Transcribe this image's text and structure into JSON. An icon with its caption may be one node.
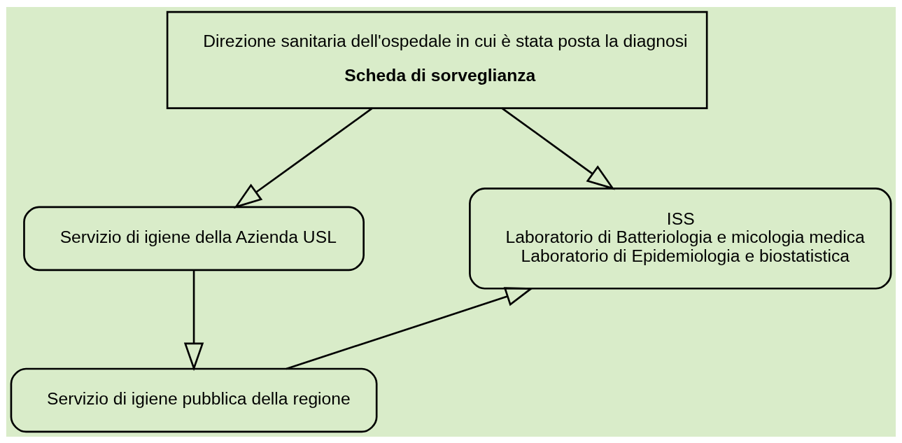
{
  "diagram": {
    "nodes": [
      {
        "text": [
          "Direzione sanitaria dell'ospedale in cui è stata posta la diagnosi",
          "Scheda di sorveglianza"
        ]
      },
      {
        "text": [
          "Servizio di igiene della Azienda USL"
        ]
      },
      {
        "text": [
          "ISS",
          "Laboratorio di Batteriologia e micologia medica",
          "Laboratorio di Epidemiologia e biostatistica"
        ]
      },
      {
        "text": [
          "Servizio di igiene pubblica della regione"
        ]
      }
    ],
    "edges": [
      {
        "from": 0,
        "to": 1,
        "arrow": "to"
      },
      {
        "from": 0,
        "to": 2,
        "arrow": "to"
      },
      {
        "from": 1,
        "to": 3,
        "arrow": "to"
      },
      {
        "from": 3,
        "to": 2,
        "arrow": "to"
      }
    ]
  }
}
